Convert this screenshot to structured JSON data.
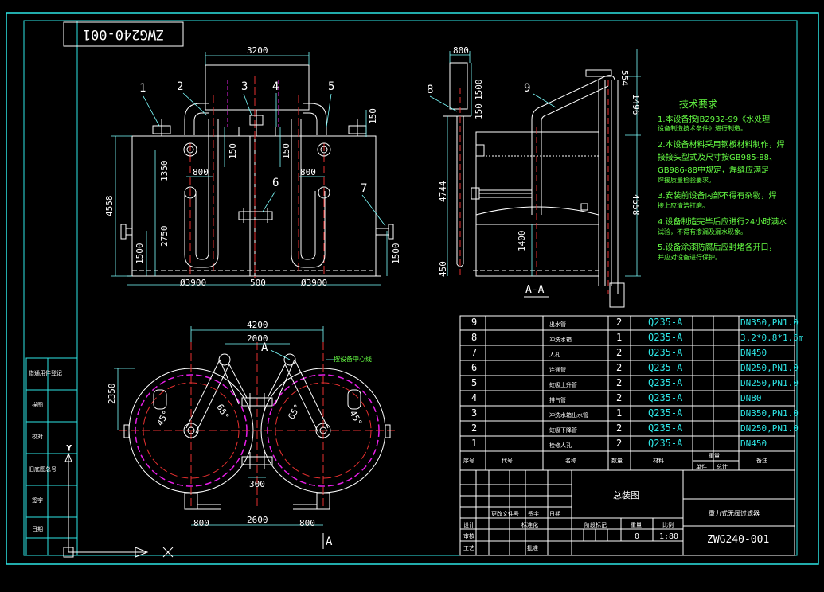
{
  "drawing_number_flipped": "ZWG240-001",
  "drawing_number": "ZWG240-001",
  "title_block": {
    "drawing_name": "总装图",
    "product_name": "重力式无阀过滤器",
    "weight_label": "重量",
    "scale_label": "比例",
    "sheet_count": "0",
    "scale": "1:80",
    "stage_label": "阶段标记",
    "standardization": "标准化",
    "approve": "批准",
    "design": "设计",
    "check": "审核",
    "craft": "工艺",
    "date": "日期",
    "signature": "签字",
    "file_no": "更改文件号"
  },
  "left_column_labels": [
    "借通用件登记",
    "描图",
    "校对",
    "旧底图总号",
    "签字",
    "日期"
  ],
  "view_labels": {
    "section": "A-A",
    "cut_mark_top": "A",
    "cut_mark_bottom": "A"
  },
  "tech_requirements": {
    "heading": "技术要求",
    "items": [
      "1.本设备按JB2932-99《水处理",
      "设备制造技术条件》进行制造。",
      "2.本设备材料采用钢板材料制作，焊",
      "接接头型式及尺寸按GB985-88、",
      "GB986-88中规定，焊缝应满足",
      "焊接质量检验要求。",
      "3.安装前设备内部不得有杂物，焊",
      "接上应清洁打磨。",
      "4.设备制造完毕后应进行24小时满水",
      "试验，不得有渗漏及漏水现象。",
      "5.设备涂漆防腐后应封堵各开口，",
      "并应对设备进行保护。"
    ]
  },
  "front_dims": [
    "3200",
    "800",
    "800",
    "1350",
    "2750",
    "1500",
    "4558",
    "1500",
    "150",
    "150",
    "150",
    "Ø3900",
    "500",
    "Ø3900"
  ],
  "side_dims": [
    "800",
    "1500",
    "150",
    "554",
    "1496",
    "4744",
    "4558",
    "1400",
    "450"
  ],
  "plan_dims": [
    "4200",
    "2000",
    "2350",
    "45°",
    "65°",
    "65°",
    "45°",
    "300",
    "800",
    "2600",
    "800"
  ],
  "plan_note": "按设备中心线",
  "part_callouts": [
    "1",
    "2",
    "3",
    "4",
    "5",
    "6",
    "7",
    "8",
    "9"
  ],
  "bom": {
    "header": [
      "序号",
      "代号",
      "名称",
      "数量",
      "材料",
      "单件",
      "总计",
      "备注"
    ],
    "weight_header": "重量",
    "rows": [
      {
        "no": "9",
        "name": "出水管",
        "qty": "2",
        "mat": "Q235-A",
        "note": "DN350,PN1.0"
      },
      {
        "no": "8",
        "name": "冲洗水箱",
        "qty": "1",
        "mat": "Q235-A",
        "note": "3.2*0.8*1.5m"
      },
      {
        "no": "7",
        "name": "人孔",
        "qty": "2",
        "mat": "Q235-A",
        "note": "DN450"
      },
      {
        "no": "6",
        "name": "连通管",
        "qty": "2",
        "mat": "Q235-A",
        "note": "DN250,PN1.0"
      },
      {
        "no": "5",
        "name": "虹吸上升管",
        "qty": "2",
        "mat": "Q235-A",
        "note": "DN250,PN1.0"
      },
      {
        "no": "4",
        "name": "排气管",
        "qty": "2",
        "mat": "Q235-A",
        "note": "DN80"
      },
      {
        "no": "3",
        "name": "冲洗水箱出水管",
        "qty": "1",
        "mat": "Q235-A",
        "note": "DN350,PN1.0"
      },
      {
        "no": "2",
        "name": "虹吸下降管",
        "qty": "2",
        "mat": "Q235-A",
        "note": "DN250,PN1.0"
      },
      {
        "no": "1",
        "name": "检修人孔",
        "qty": "2",
        "mat": "Q235-A",
        "note": "DN450"
      }
    ]
  },
  "colors": {
    "frame": "#2ee6e6",
    "outline": "#ffffff",
    "dimension": "#7dffff",
    "center_line": "#e63030",
    "hidden": "#e81ee8",
    "text_green": "#66ff44"
  }
}
